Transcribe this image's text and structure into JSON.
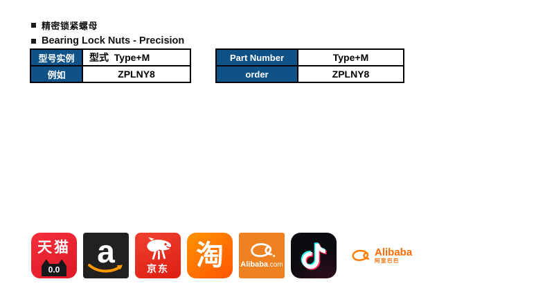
{
  "title_block": {
    "bullet_cn": "精密锁紧螺母",
    "bullet_en": "Bearing Lock Nuts - Precision"
  },
  "left_table": {
    "rows": [
      {
        "header": "型号实例",
        "value": "型式  Type+M"
      },
      {
        "header": "例如",
        "value": "ZPLNY8"
      }
    ]
  },
  "right_table": {
    "rows": [
      {
        "header": "Part Number",
        "value": "Type+M"
      },
      {
        "header": "order",
        "value": "ZPLNY8"
      }
    ]
  },
  "colors": {
    "table_header_bg": "#0e5287",
    "table_border": "#000000",
    "tmall_red": "#e8232e",
    "amazon_bg": "#232020",
    "amazon_smile_orange": "#ff9900",
    "jd_red": "#e1251b",
    "taobao_orange_start": "#ff9402",
    "taobao_orange_end": "#ff5402",
    "alibaba_com_orange": "#ee8121",
    "tiktok_bg": "#0b0b10",
    "tiktok_cyan": "#25f4ee",
    "tiktok_pink": "#fe2c55",
    "alibaba_brand_orange": "#ff6a00"
  },
  "logos": {
    "tmall": {
      "icon": "tmall-cat-icon",
      "label": "天猫",
      "eyes": "0.0"
    },
    "amazon": {
      "icon": "amazon-smile-icon",
      "letter": "a"
    },
    "jd": {
      "icon": "jd-dog-icon",
      "label": "京东"
    },
    "taobao": {
      "label": "淘"
    },
    "alibaba_com": {
      "icon": "alibaba-mark-icon",
      "label": "Alibaba",
      "suffix": ".com"
    },
    "tiktok": {
      "icon": "tiktok-note-icon"
    },
    "alibaba_wordmark": {
      "icon": "alibaba-mark-icon",
      "label": "Alibaba",
      "sublabel": "阿里巴巴"
    }
  }
}
